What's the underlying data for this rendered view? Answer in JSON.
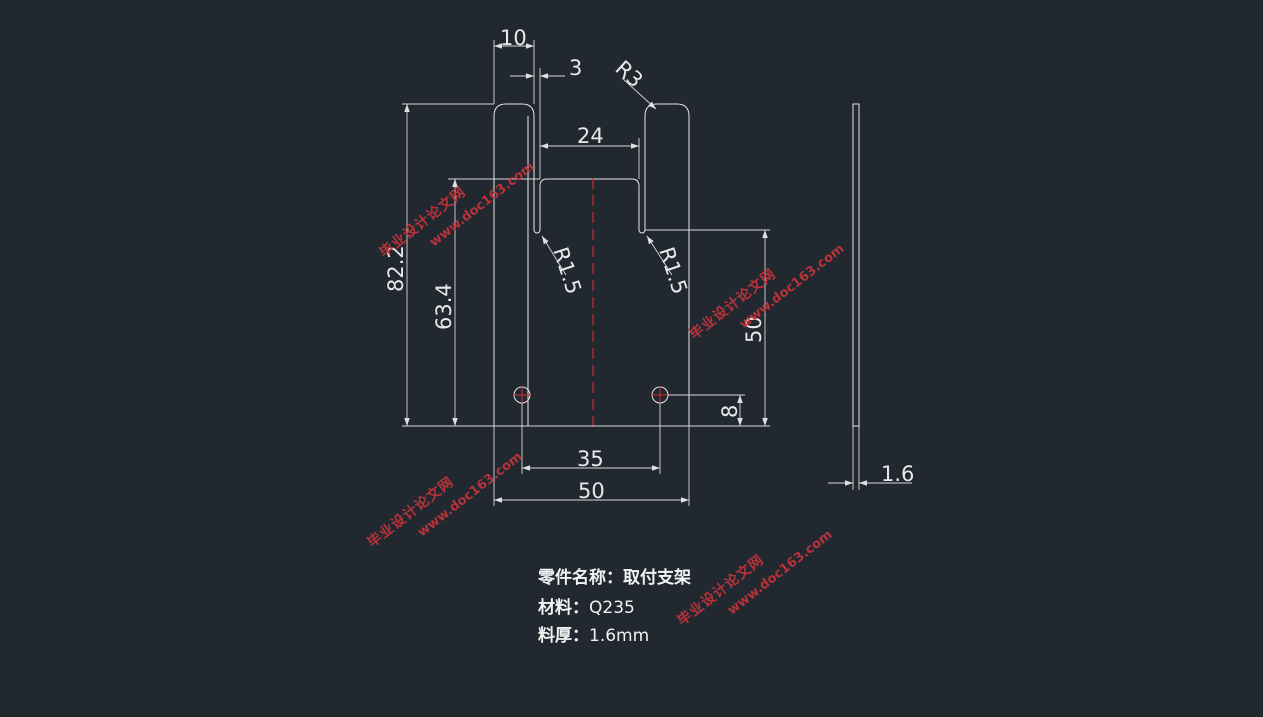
{
  "dimensions": {
    "top_width": "10",
    "slot_width": "3",
    "corner_radius": "R3",
    "slot_gap": "24",
    "notch_radius_left": "R1.5",
    "notch_radius_right": "R1.5",
    "overall_height": "82.2",
    "inner_height": "63.4",
    "slot_bottom_height": "50",
    "hole_height": "8",
    "hole_spacing": "35",
    "overall_width": "50",
    "thickness": "1.6"
  },
  "watermark": {
    "cn": "毕业设计论文网",
    "url": "www.doc163.com"
  },
  "part_info": {
    "name_label": "零件名称：",
    "name_value": "取付支架",
    "material_label": "材料：",
    "material_value": "Q235",
    "thickness_label": "料厚：",
    "thickness_value": "1.6mm"
  },
  "colors": {
    "background": "#212830",
    "line": "#e6e6e6",
    "centerline": "#d42a2a",
    "watermark": "#c8343a"
  }
}
